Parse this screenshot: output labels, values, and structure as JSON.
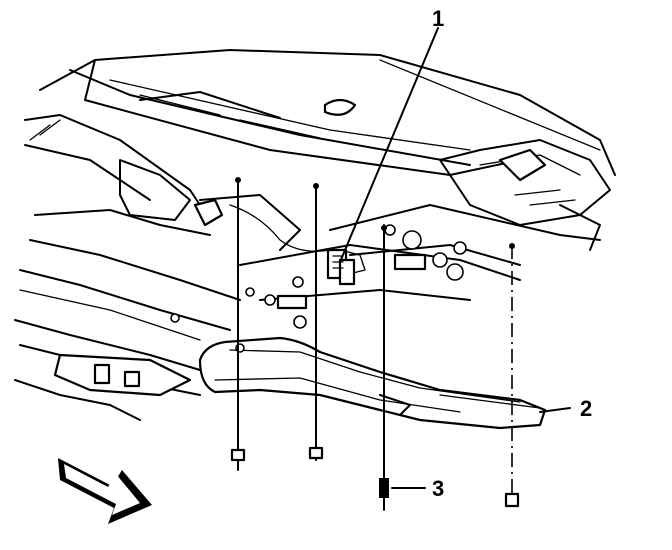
{
  "diagram": {
    "callouts": [
      {
        "id": "callout-1",
        "label": "1"
      },
      {
        "id": "callout-2",
        "label": "2"
      },
      {
        "id": "callout-3",
        "label": "3"
      }
    ],
    "icons": [
      "direction-arrow-icon"
    ]
  }
}
